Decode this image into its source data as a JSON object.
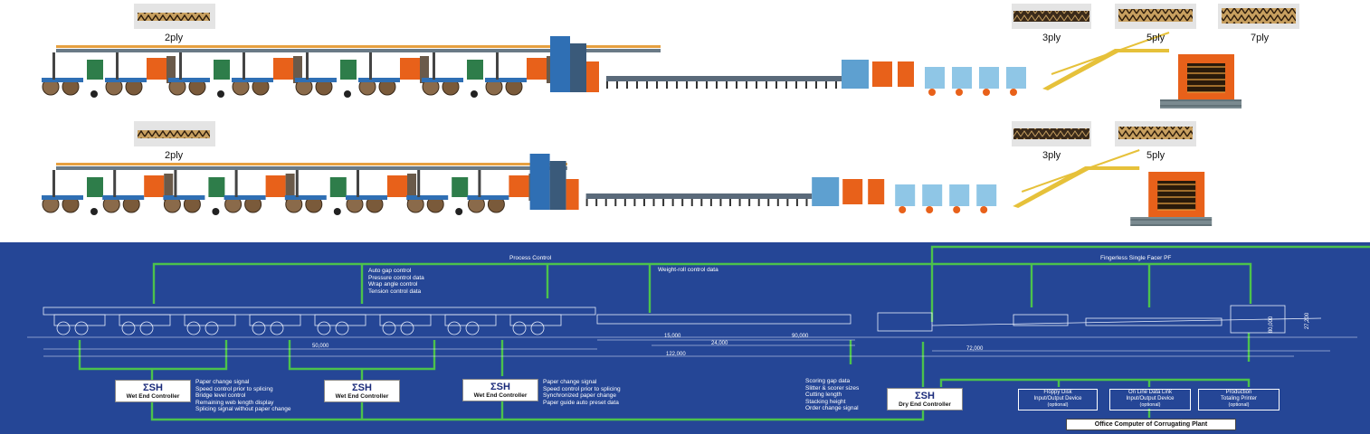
{
  "top": {
    "row1": {
      "ply_labels": [
        "2ply",
        "3ply",
        "5ply",
        "7ply"
      ]
    },
    "row2": {
      "ply_labels": [
        "2ply",
        "3ply",
        "5ply"
      ]
    }
  },
  "diagram": {
    "process_control": "Process Control",
    "weight_roll": "Weight-roll control data",
    "fingerless": "Fingerless Single Facer PF",
    "gap_controls": [
      "Auto gap control",
      "Pressure control data",
      "Wrap angle control",
      "Tension control data"
    ],
    "wet_list1": [
      "Paper change signal",
      "Speed control prior to splicing",
      "Bridge level control",
      "Remaining web length display",
      "Splicing signal without paper change"
    ],
    "wet_list2": [
      "Paper change signal",
      "Speed control prior to splicing",
      "Synchronized paper change",
      "Paper guide auto preset data"
    ],
    "dry_list": [
      "Scoring gap data",
      "Slitter & scorer sizes",
      "Cutting length",
      "Stacking height",
      "Order change signal"
    ],
    "controller_symbol": "ΣSH",
    "wet_end_label": "Wet End Controller",
    "dry_end_label": "Dry End Controller",
    "floppy": {
      "l1": "Floppy Disk",
      "l2": "Input/Output Device",
      "l3": "(optional)"
    },
    "online": {
      "l1": "On Line Data Link",
      "l2": "Input/Output Device",
      "l3": "(optional)"
    },
    "production": {
      "l1": "Production",
      "l2": "Totaling Printer",
      "l3": "(optional)"
    },
    "office": "Office Computer of Corrugating Plant",
    "dims": {
      "d1": "50,000",
      "d2": "15,000",
      "d3": "24,000",
      "d4": "90,000",
      "d5": "122,000",
      "d6": "72,000",
      "d7": "80,000",
      "d8": "27,200"
    }
  },
  "colors": {
    "blue_bg": "#2a4b9a",
    "green_line": "#4cc24c",
    "machine_blue": "#2f6fb4",
    "machine_orange": "#e8611a",
    "rail_yellow": "#e6c13a"
  }
}
